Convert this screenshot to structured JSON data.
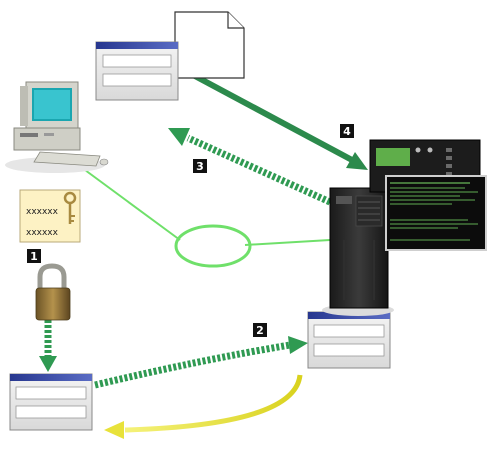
{
  "step_markers": [
    "1",
    "2",
    "3",
    "4"
  ],
  "credential_card": {
    "line1": "xxxxxx",
    "line2": "xxxxxx"
  },
  "colors": {
    "encrypted_path": "#2f9a52",
    "plain_path": "#2c8a4c",
    "network_ring": "#6fe06a",
    "return_arrow": "#e8e23a",
    "window_titlebar": "#3d4fa6",
    "marker_bg": "#111111"
  },
  "icons": [
    "desktop-computer-icon",
    "document-icon",
    "key-icon",
    "padlock-icon",
    "server-tower-icon",
    "terminal-screen-icon",
    "login-window-icon"
  ]
}
